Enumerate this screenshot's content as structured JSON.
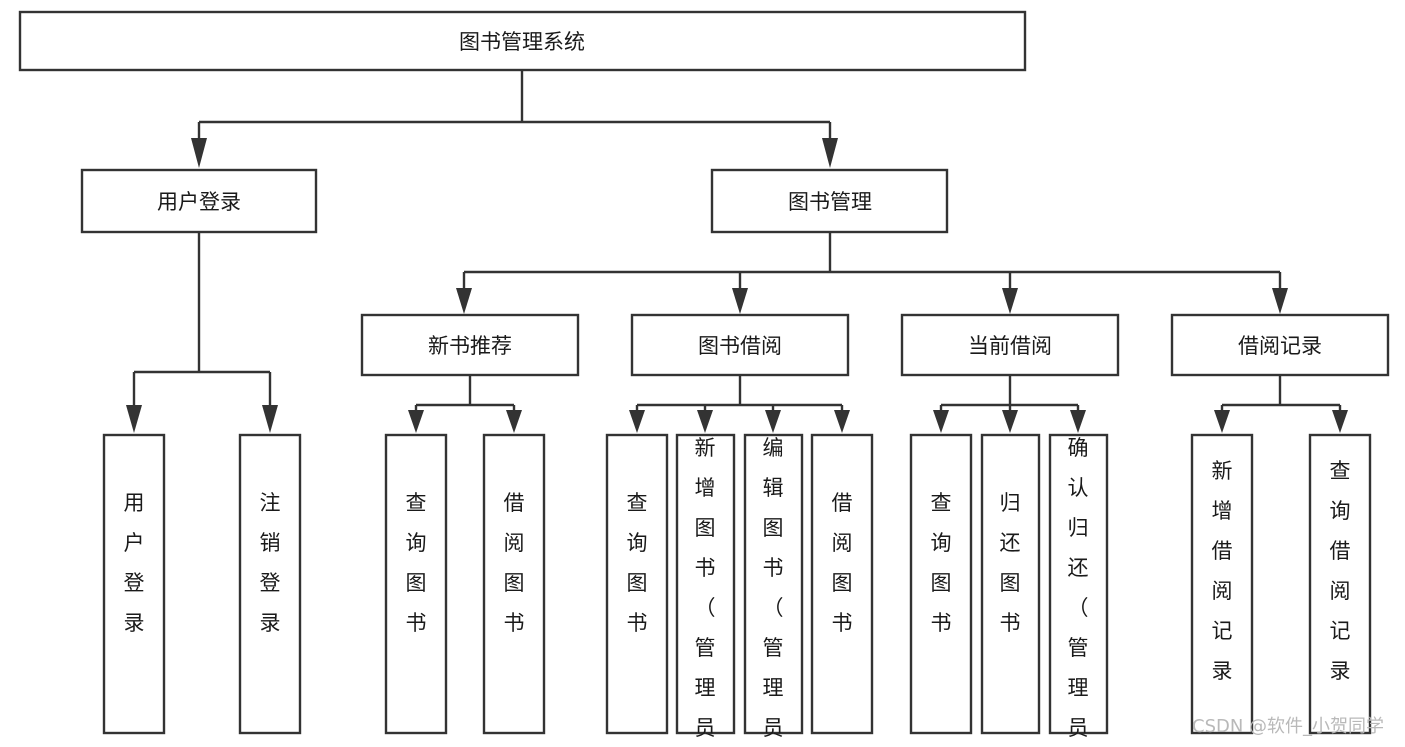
{
  "diagram": {
    "title": "图书管理系统",
    "type": "tree-hierarchy",
    "background_color": "#ffffff",
    "line_color": "#333333",
    "text_color": "#1a1a1a",
    "root": {
      "label": "图书管理系统"
    },
    "level2": [
      {
        "label": "用户登录"
      },
      {
        "label": "图书管理"
      }
    ],
    "level3": [
      {
        "label": "新书推荐"
      },
      {
        "label": "图书借阅"
      },
      {
        "label": "当前借阅"
      },
      {
        "label": "借阅记录"
      }
    ],
    "leaves": {
      "user_login": [
        {
          "label": "用户登录"
        },
        {
          "label": "注销登录"
        }
      ],
      "new_book_recommend": [
        {
          "label": "查询图书"
        },
        {
          "label": "借阅图书"
        }
      ],
      "book_borrow": [
        {
          "label": "查询图书"
        },
        {
          "label": "新增图书（管理员）"
        },
        {
          "label": "编辑图书（管理员）"
        },
        {
          "label": "借阅图书"
        }
      ],
      "current_borrow": [
        {
          "label": "查询图书"
        },
        {
          "label": "归还图书"
        },
        {
          "label": "确认归还（管理员）"
        }
      ],
      "borrow_record": [
        {
          "label": "新增借阅记录"
        },
        {
          "label": "查询借阅记录"
        }
      ]
    }
  },
  "watermark": {
    "text": "CSDN @软件_小贺同学",
    "color": "#b9b9b9"
  }
}
